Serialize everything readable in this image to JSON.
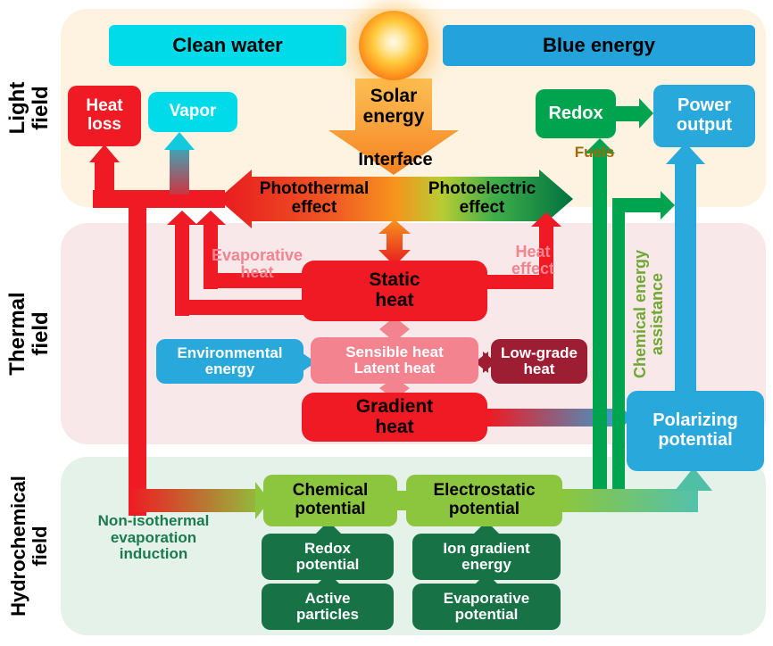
{
  "fields": {
    "light": {
      "label": "Light\nfield"
    },
    "thermal": {
      "label": "Thermal\nfield"
    },
    "hydrochemical": {
      "label": "Hydrochemical\nfield"
    }
  },
  "light_field": {
    "clean_water": "Clean water",
    "blue_energy": "Blue energy",
    "heat_loss": "Heat\nloss",
    "vapor": "Vapor",
    "solar_energy": "Solar\nenergy",
    "interface": "Interface",
    "redox": "Redox",
    "power_output": "Power\noutput",
    "fuels": "Fuels",
    "photothermal_effect": "Photothermal\neffect",
    "photoelectric_effect": "Photoelectric\neffect"
  },
  "thermal_field": {
    "evaporative_heat": "Evaporative\nheat",
    "heat_effect": "Heat\neffect",
    "static_heat": "Static\nheat",
    "environmental_energy": "Environmental\nenergy",
    "sensible_latent_heat": "Sensible heat\nLatent heat",
    "low_grade_heat": "Low-grade\nheat",
    "gradient_heat": "Gradient\nheat",
    "chemical_energy_assistance": "Chemical energy\nassistance",
    "polarizing_potential": "Polarizing\npotential"
  },
  "hydrochemical_field": {
    "non_isothermal": "Non-isothermal\nevaporation\ninduction",
    "chemical_potential": "Chemical\npotential",
    "electrostatic_potential": "Electrostatic\npotential",
    "redox_potential": "Redox\npotential",
    "ion_gradient_energy": "Ion gradient\nenergy",
    "active_particles": "Active\nparticles",
    "evaporative_potential": "Evaporative\npotential"
  },
  "colors": {
    "panel_light": "#fdf3e0",
    "panel_thermal": "#f8e8e9",
    "panel_hydro": "#e4f2e9",
    "red": "#ef1a23",
    "cyan": "#00dbe9",
    "blue": "#29a8dc",
    "green": "#00a44f",
    "dark_green": "#177245",
    "yellow_green": "#8cc63e",
    "pink": "#f2838f",
    "maroon": "#9d1d33",
    "orange": "#f7941d",
    "fuels_brown": "#9c6a06"
  }
}
